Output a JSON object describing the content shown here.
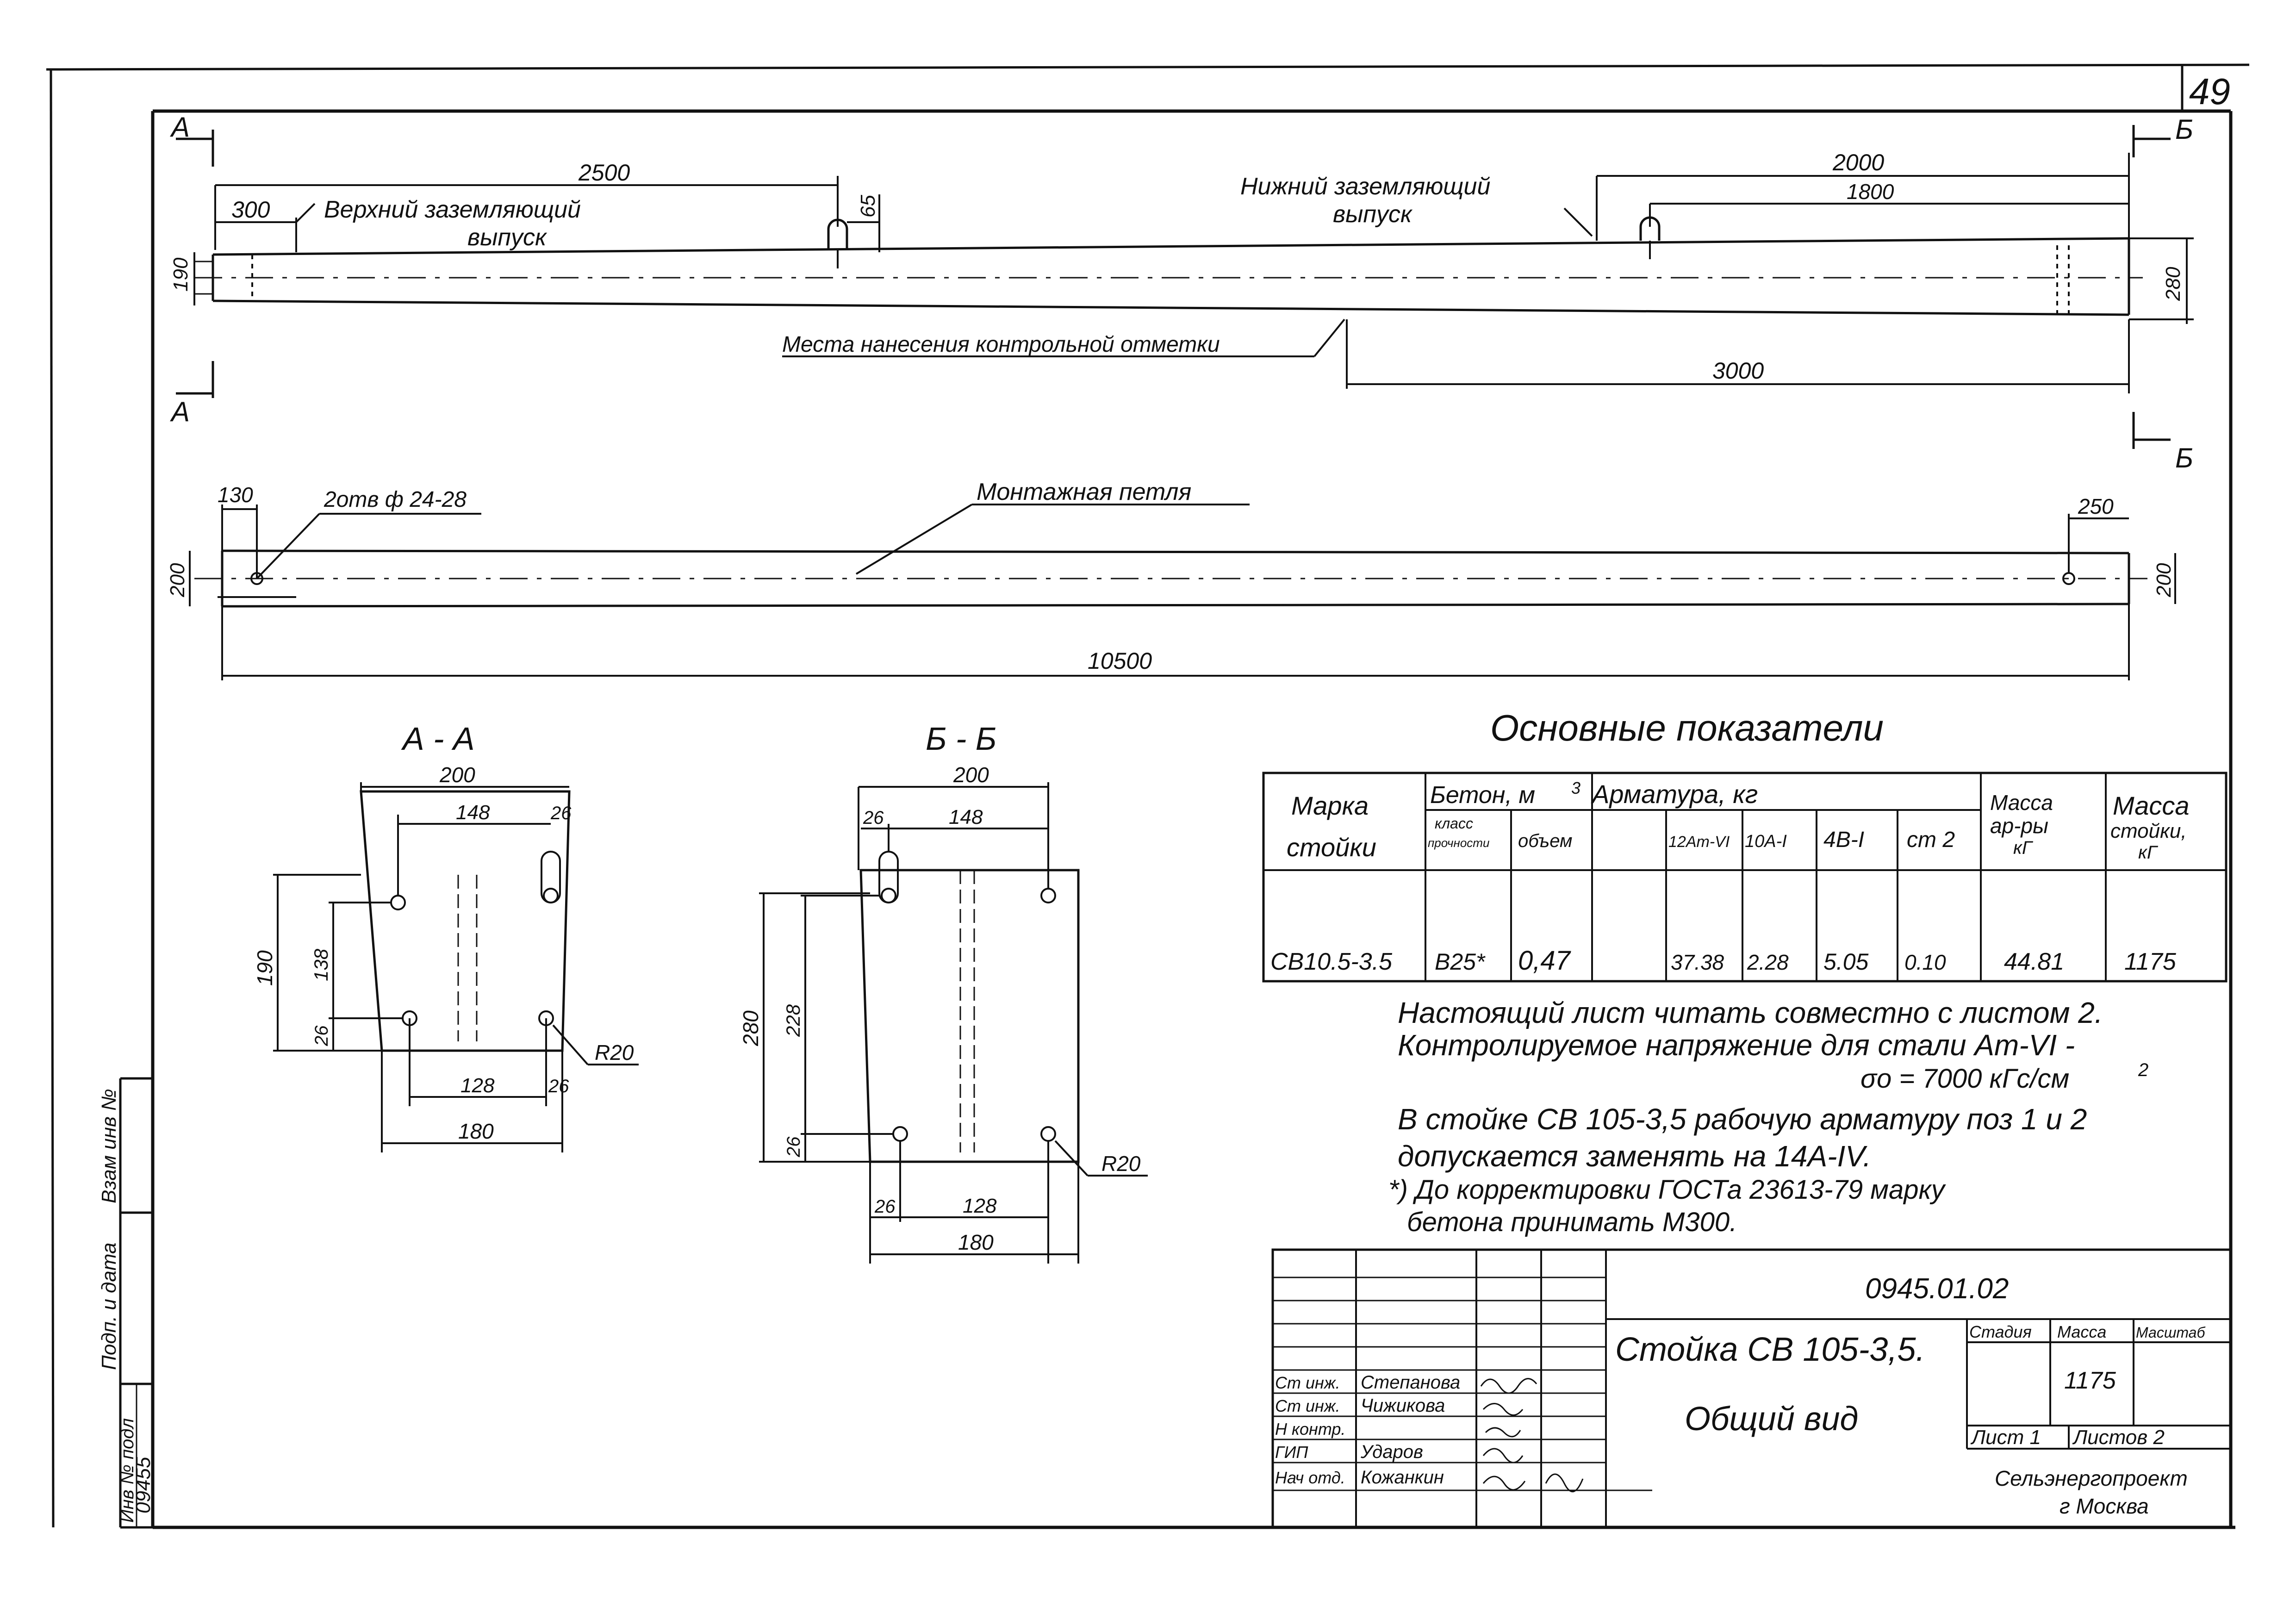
{
  "sheet_number": "49",
  "top_view": {
    "section_mark_a": "А",
    "section_mark_b": "Б",
    "dim_2500": "2500",
    "dim_300": "300",
    "dim_65": "65",
    "dim_190": "190",
    "dim_2000": "2000",
    "dim_1800": "1800",
    "dim_280": "280",
    "dim_3000": "3000",
    "upper_ground_label_1": "Верхний заземляющий",
    "upper_ground_label_2": "выпуск",
    "lower_ground_label_1": "Нижний заземляющий",
    "lower_ground_label_2": "выпуск",
    "control_mark_label": "Места нанесения контрольной отметки"
  },
  "side_view": {
    "dim_130": "130",
    "hole_label": "2отв ф 24-28",
    "loop_label": "Монтажная петля",
    "dim_200_left": "200",
    "dim_250": "250",
    "dim_200_right": "200",
    "dim_10500": "10500"
  },
  "section_aa": {
    "title": "А - А",
    "dim_200": "200",
    "dim_148": "148",
    "dim_26_top": "26",
    "dim_190": "190",
    "dim_138": "138",
    "dim_26_left": "26",
    "dim_128": "128",
    "dim_26_bottom": "26",
    "dim_180": "180",
    "radius": "R20"
  },
  "section_bb": {
    "title": "Б - Б",
    "dim_200": "200",
    "dim_26_top": "26",
    "dim_148": "148",
    "dim_280": "280",
    "dim_228": "228",
    "dim_26_left": "26",
    "dim_26_bottom": "26",
    "dim_128": "128",
    "dim_180": "180",
    "radius": "R20"
  },
  "main_table": {
    "title": "Основные показатели",
    "h_mark_1": "Марка",
    "h_mark_2": "стойки",
    "h_concrete": "Бетон, м",
    "h_concrete_sup": "3",
    "h_class_1": "класс",
    "h_class_2": "прочности",
    "h_volume": "объем",
    "h_armature": "Арматура, кг",
    "h_12a": "12Ат-VI",
    "h_10a": "10А-I",
    "h_4b": "4В-I",
    "h_st2": "ст 2",
    "h_mass_arm_1": "Масса",
    "h_mass_arm_2": "ар-ры",
    "h_mass_arm_3": "кГ",
    "h_mass_post_1": "Масса",
    "h_mass_post_2": "стойки,",
    "h_mass_post_3": "кГ",
    "row": {
      "mark": "СВ10.5-3.5",
      "class": "В25*",
      "volume": "0,47",
      "a12": "37.38",
      "a10": "2.28",
      "b4": "5.05",
      "st2": "0.10",
      "mass_arm": "44.81",
      "mass_post": "1175"
    }
  },
  "notes": {
    "n1": "Настоящий лист читать совместно с листом 2.",
    "n2": "Контролируемое напряжение для стали Ат-VI -",
    "n3": "σо = 7000 кГс/см",
    "n3_sup": "2",
    "n4": "В стойке СВ 105-3,5 рабочую арматуру поз 1 и 2",
    "n5": "допускается заменять на 14А-IV.",
    "n6": "*) До корректировки ГОСТа 23613-79 марку",
    "n7": "бетона принимать М300."
  },
  "stamp": {
    "doc_code": "0945.01.02",
    "title_1": "Стойка СВ 105-3,5.",
    "title_2": "Общий вид",
    "h_stage": "Стадия",
    "h_mass": "Масса",
    "h_scale": "Масштаб",
    "mass_value": "1175",
    "sheet_label": "Лист 1",
    "sheets_label": "Листов 2",
    "org_1": "Сельэнергопроект",
    "org_2": "г Москва",
    "roles": [
      "Ст инж.",
      "Ст инж.",
      "Н контр.",
      "ГИП",
      "Нач отд."
    ],
    "names": [
      "Степанова",
      "Чижикова",
      "",
      "Ударов",
      "Кожанкин"
    ]
  },
  "left_strip": {
    "inv_label": "Инв № подл",
    "sign_label": "Подп. и дата",
    "replace_label": "Взам инв №",
    "inv_value": "09455"
  }
}
